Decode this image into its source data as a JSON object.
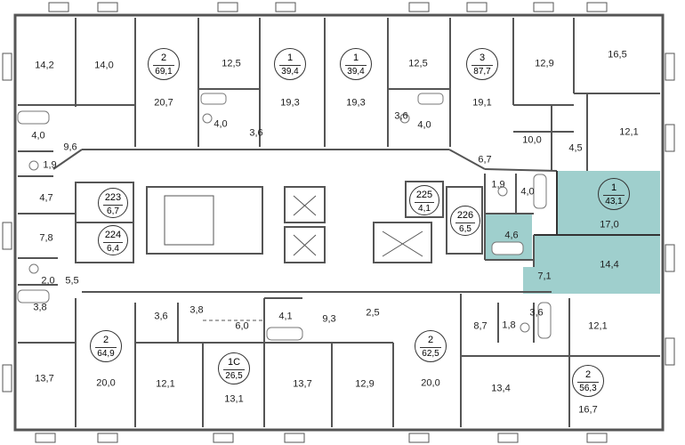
{
  "highlight_color": "#9fcfcd",
  "selected_unit": {
    "rooms": "1",
    "area": "43,1"
  },
  "units": [
    {
      "id": "u1",
      "rooms": "2",
      "area": "69,1"
    },
    {
      "id": "u2",
      "rooms": "1",
      "area": "39,4"
    },
    {
      "id": "u3",
      "rooms": "1",
      "area": "39,4"
    },
    {
      "id": "u4",
      "rooms": "3",
      "area": "87,7"
    },
    {
      "id": "u5",
      "rooms": "2",
      "area": "64,9"
    },
    {
      "id": "u6",
      "rooms": "1С",
      "area": "26,5"
    },
    {
      "id": "u7",
      "rooms": "2",
      "area": "62,5"
    },
    {
      "id": "u8",
      "rooms": "2",
      "area": "56,3"
    }
  ],
  "storage": [
    {
      "id": "s223",
      "num": "223",
      "area": "6,7"
    },
    {
      "id": "s224",
      "num": "224",
      "area": "6,4"
    },
    {
      "id": "s225",
      "num": "225",
      "area": "4,1"
    },
    {
      "id": "s226",
      "num": "226",
      "area": "6,5"
    }
  ],
  "rooms": {
    "r_14_2": "14,2",
    "r_14_0": "14,0",
    "r_20_7": "20,7",
    "r_12_5a": "12,5",
    "r_19_3a": "19,3",
    "r_19_3b": "19,3",
    "r_12_5b": "12,5",
    "r_19_1": "19,1",
    "r_12_9a": "12,9",
    "r_16_5": "16,5",
    "r_12_1a": "12,1",
    "r_10_0": "10,0",
    "r_4_5": "4,5",
    "r_6_7": "6,7",
    "r_4_0a": "4,0",
    "r_4_0b": "4,0",
    "r_3_6a": "3,6",
    "r_3_6b": "3,6",
    "r_4_0c": "4,0",
    "r_4_0d": "4,0",
    "r_9_6": "9,6",
    "r_1_9a": "1,9",
    "r_4_7": "4,7",
    "r_7_8": "7,8",
    "r_2_0": "2,0",
    "r_5_5": "5,5",
    "r_3_8a": "3,8",
    "r_1_9b": "1,9",
    "r_17_0": "17,0",
    "r_4_6": "4,6",
    "r_14_4": "14,4",
    "r_7_1": "7,1",
    "r_13_7a": "13,7",
    "r_20_0a": "20,0",
    "r_12_1b": "12,1",
    "r_3_6c": "3,6",
    "r_3_8b": "3,8",
    "r_6_0": "6,0",
    "r_13_1": "13,1",
    "r_4_1": "4,1",
    "r_9_3": "9,3",
    "r_2_5": "2,5",
    "r_13_7b": "13,7",
    "r_12_9b": "12,9",
    "r_20_0b": "20,0",
    "r_8_7": "8,7",
    "r_1_8": "1,8",
    "r_3_6d": "3,6",
    "r_12_1c": "12,1",
    "r_13_4": "13,4",
    "r_16_7": "16,7"
  }
}
